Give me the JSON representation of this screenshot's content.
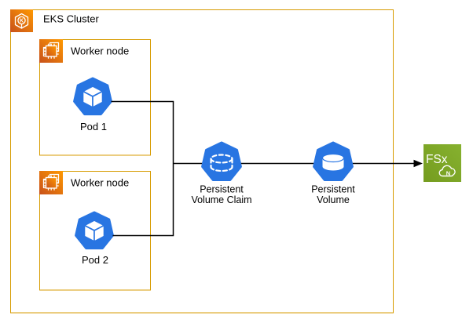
{
  "diagram": {
    "title_context": "EKS cluster storage architecture diagram",
    "cluster": {
      "label": "EKS Cluster",
      "icon_letter": "K"
    },
    "worker_node_1": {
      "label": "Worker node"
    },
    "pod_1": {
      "label": "Pod 1"
    },
    "worker_node_2": {
      "label": "Worker node"
    },
    "pod_2": {
      "label": "Pod 2"
    },
    "pvc": {
      "label_line1": "Persistent",
      "label_line2": "Volume Claim"
    },
    "pv": {
      "label_line1": "Persistent",
      "label_line2": "Volume"
    },
    "fsx": {
      "label": "FSx",
      "badge_letter": "N"
    },
    "colors": {
      "aws_orange_icon": "#ED7100",
      "aws_orange_gradient_dark": "#C8511B",
      "aws_orange_gradient_light": "#FF9900",
      "container_border_orange": "#D79B00",
      "kubernetes_blue": "#2875E2",
      "fsx_green_dark": "#759C1F",
      "fsx_green_light": "#86B12F",
      "connector_black": "#000000",
      "text_black": "#000000",
      "background_white": "#FFFFFF"
    }
  }
}
